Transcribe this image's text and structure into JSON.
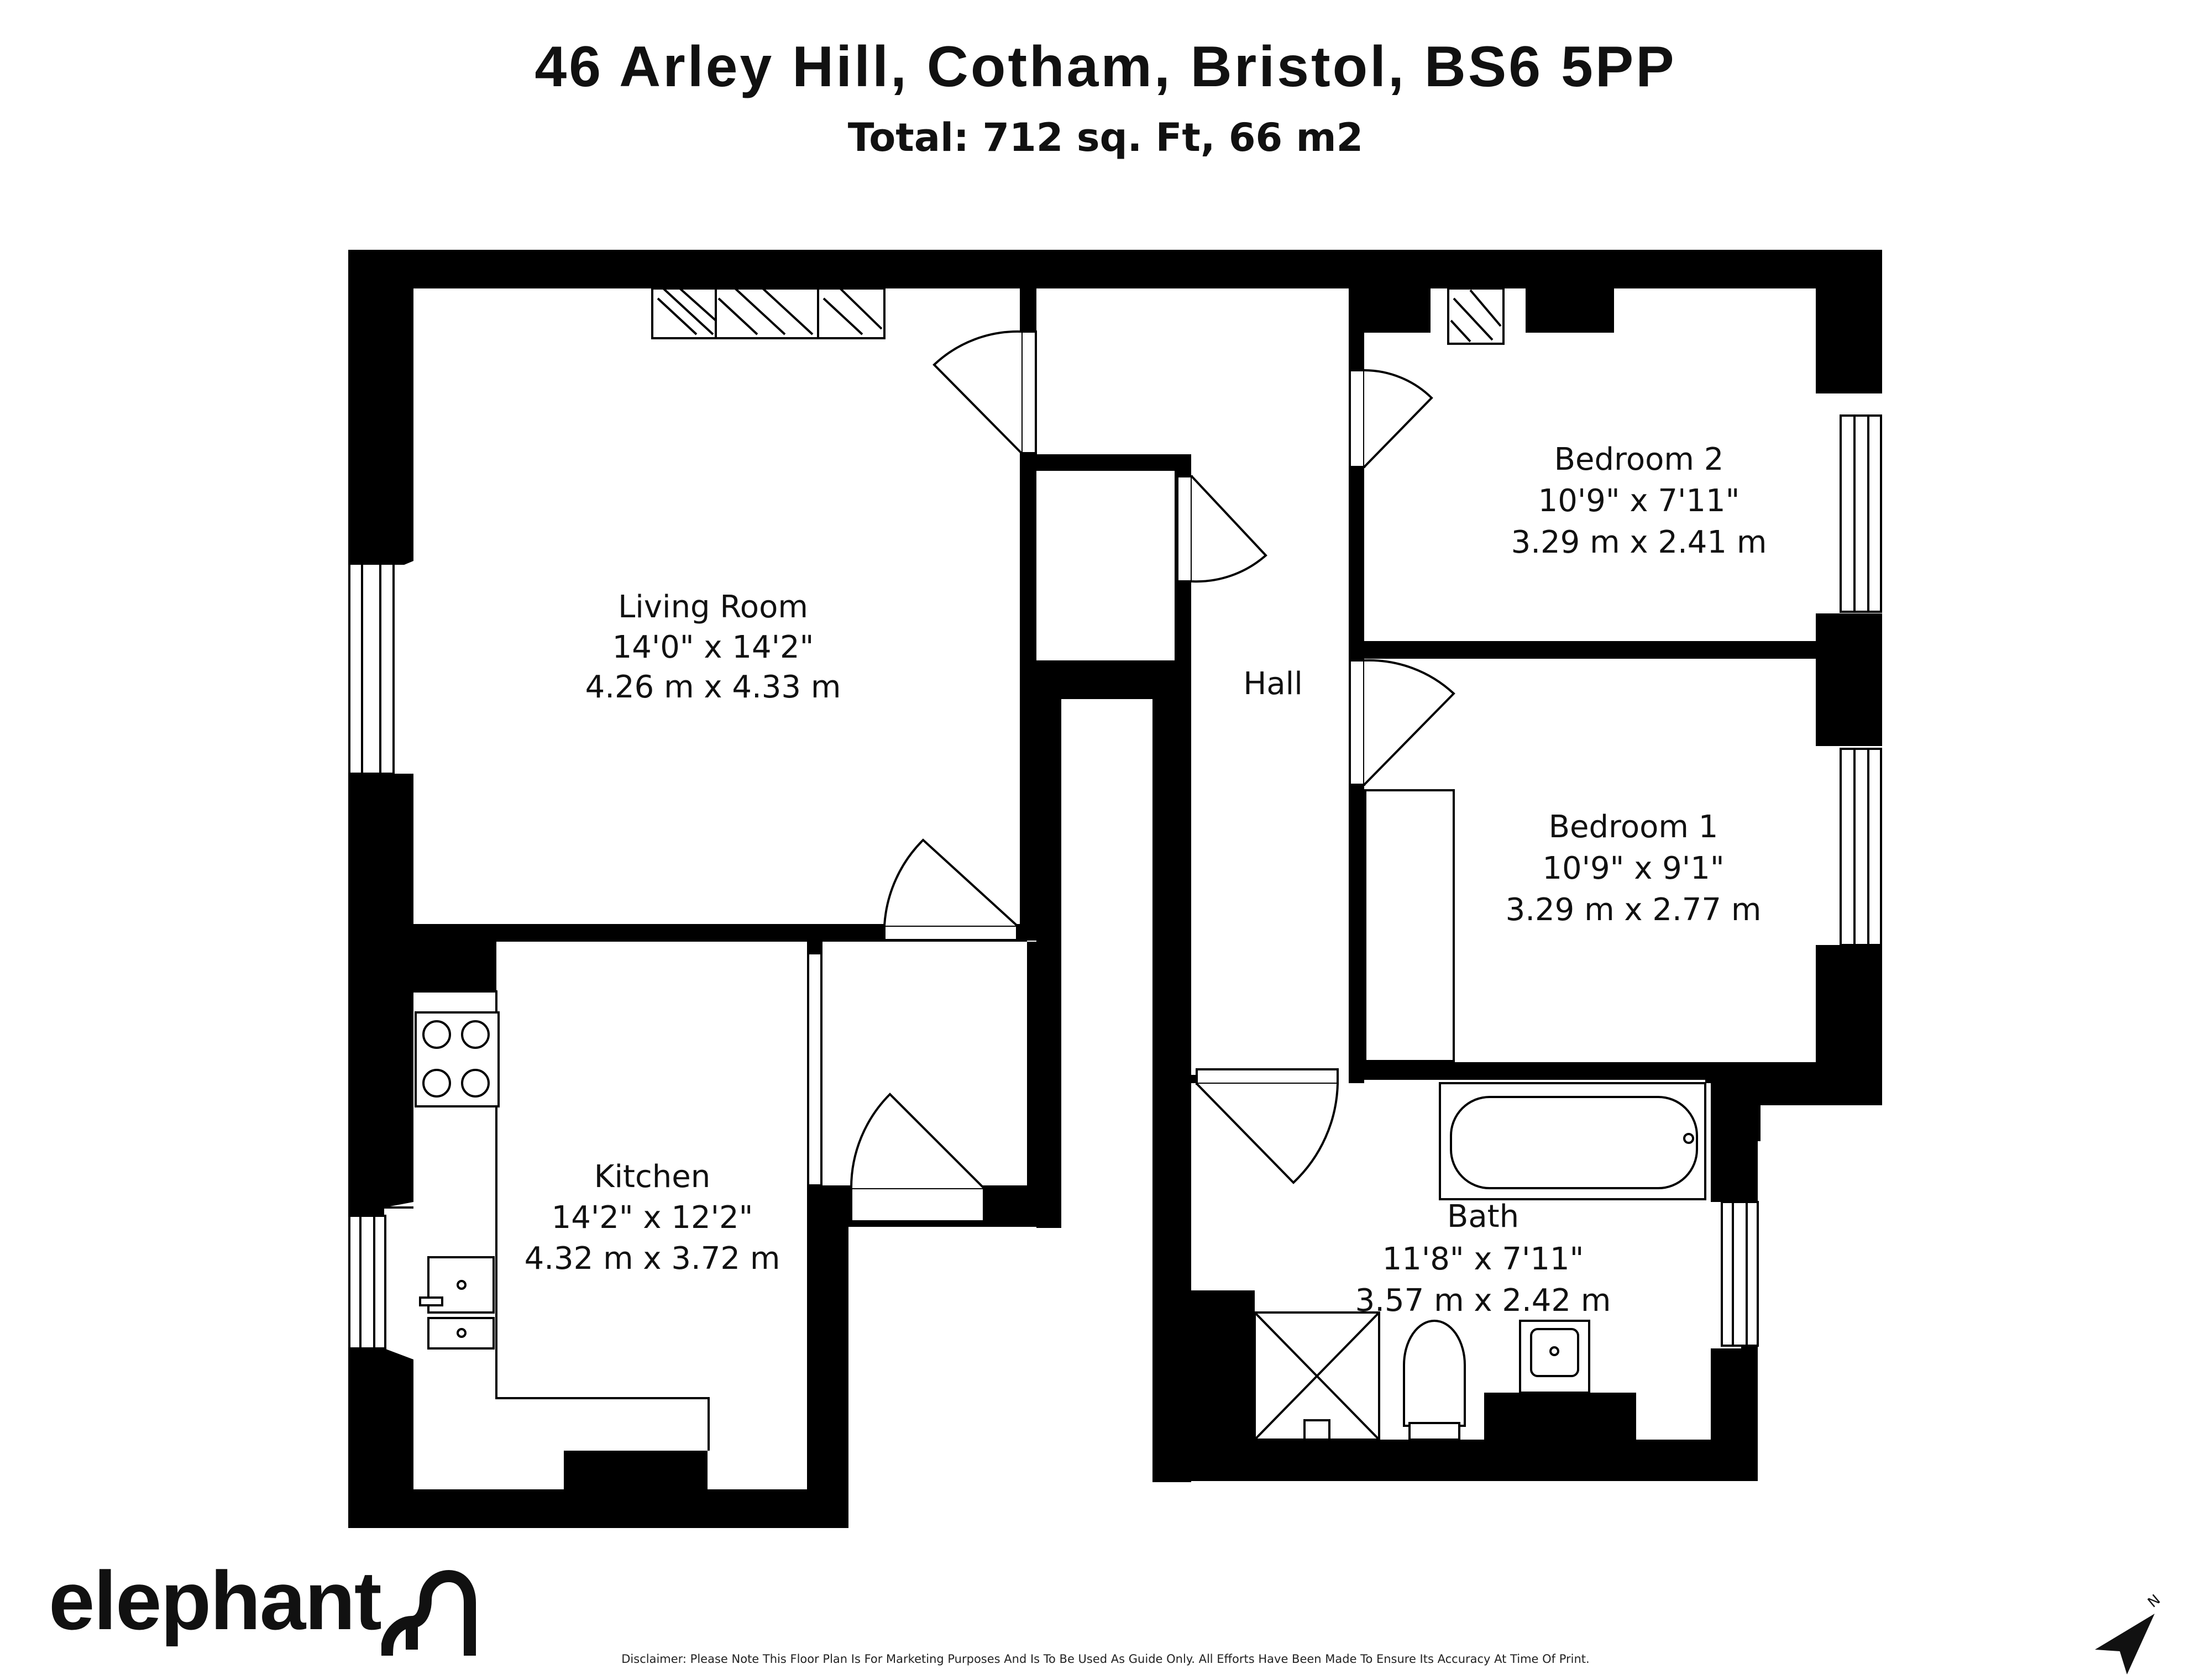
{
  "header": {
    "address": "46 Arley Hill, Cotham, Bristol, BS6 5PP",
    "total": "Total: 712 sq. Ft, 66 m2"
  },
  "rooms": {
    "living": {
      "name": "Living Room",
      "imperial": "14'0\" x 14'2\"",
      "metric": "4.26 m x 4.33 m"
    },
    "bedroom2": {
      "name": "Bedroom 2",
      "imperial": "10'9\" x 7'11\"",
      "metric": "3.29 m x 2.41 m"
    },
    "hall": {
      "name": "Hall"
    },
    "bedroom1": {
      "name": "Bedroom 1",
      "imperial": "10'9\" x 9'1\"",
      "metric": "3.29 m x 2.77 m"
    },
    "kitchen": {
      "name": "Kitchen",
      "imperial": "14'2\" x 12'2\"",
      "metric": "4.32 m x 3.72 m"
    },
    "bath": {
      "name": "Bath",
      "imperial": "11'8\" x 7'11\"",
      "metric": "3.57 m x 2.42 m"
    }
  },
  "footer": {
    "brand": "elephant",
    "disclaimer": "Disclaimer: Please Note This Floor Plan Is For Marketing Purposes And Is To Be Used As Guide Only. All Efforts Have Been Made To Ensure Its Accuracy At Time Of Print."
  },
  "compass": {
    "label": "N",
    "icon": "north-arrow-icon"
  },
  "colors": {
    "wall": "#000000",
    "background": "#ffffff"
  }
}
